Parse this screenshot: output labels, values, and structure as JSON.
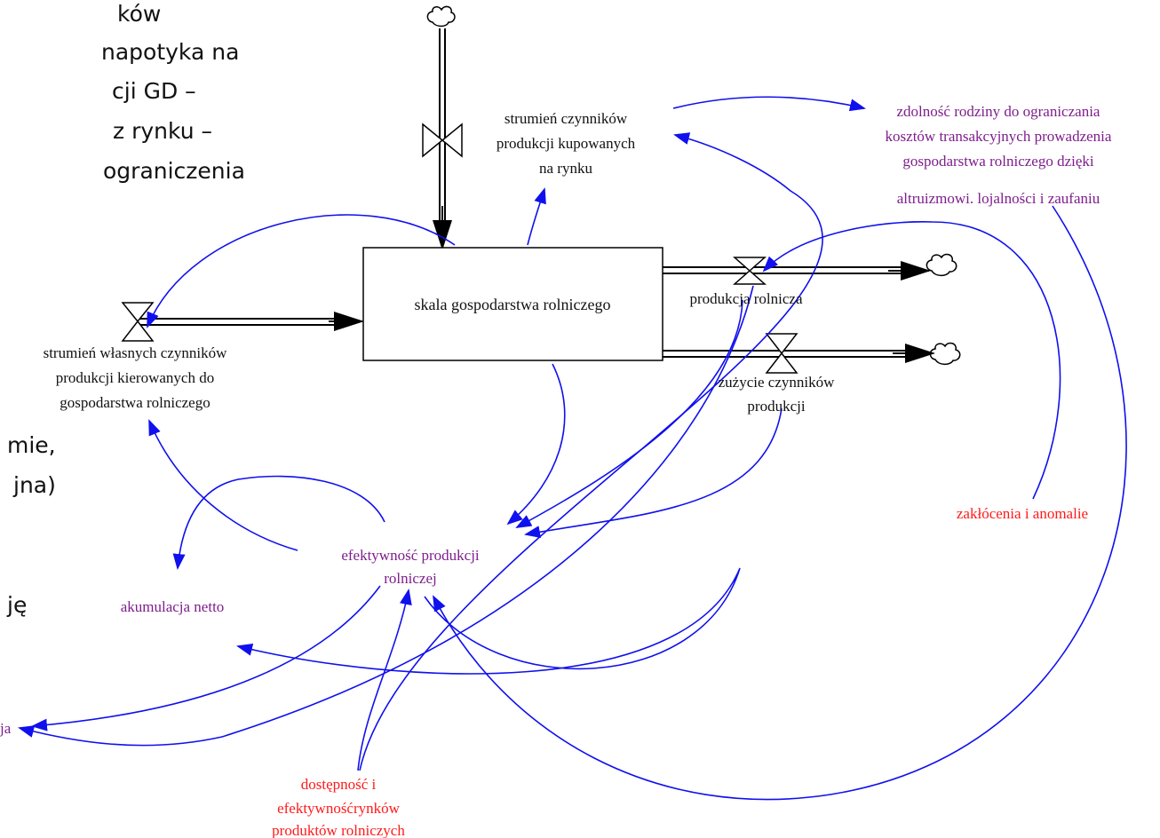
{
  "background_text": [
    "ków",
    "napotyka na",
    "cji GD –",
    "z rynku –",
    "ograniczenia",
    "mie,",
    "jna)",
    "ję"
  ],
  "stock": {
    "label": "skala gospodarstwa rolniczego"
  },
  "variables": {
    "buy_flow": [
      "strumień czynników",
      "produkcji kupowanych",
      "na rynku"
    ],
    "own_flow": [
      "strumień własnych czynników",
      "produkcji kierowanych do",
      "gospodarstwa rolniczego"
    ],
    "production": [
      "produkcja rolnicza"
    ],
    "usage": [
      "zużycie czynników",
      "produkcji"
    ],
    "family": [
      "zdolność rodziny do ograniczania",
      "kosztów transakcyjnych prowadzenia",
      "gospodarstwa rolniczego dzięki",
      "altruizmowi. lojalności i zaufaniu"
    ],
    "disturbances": [
      "zakłócenia i anomalie"
    ],
    "efficiency": [
      "efektywność produkcji",
      "rolniczej"
    ],
    "accumulation": [
      "akumulacja netto"
    ],
    "cut_label": [
      "ja"
    ],
    "markets": [
      "dostępność i",
      "efektywnośćrynków",
      "produktów rolniczych"
    ]
  },
  "colors": {
    "link": "#1010ee",
    "purple": "#7e1e8c",
    "red": "#ff1a1a",
    "flow": "#000000"
  },
  "icons": [
    "cloud-icon",
    "valve-icon",
    "arrowhead-icon"
  ]
}
